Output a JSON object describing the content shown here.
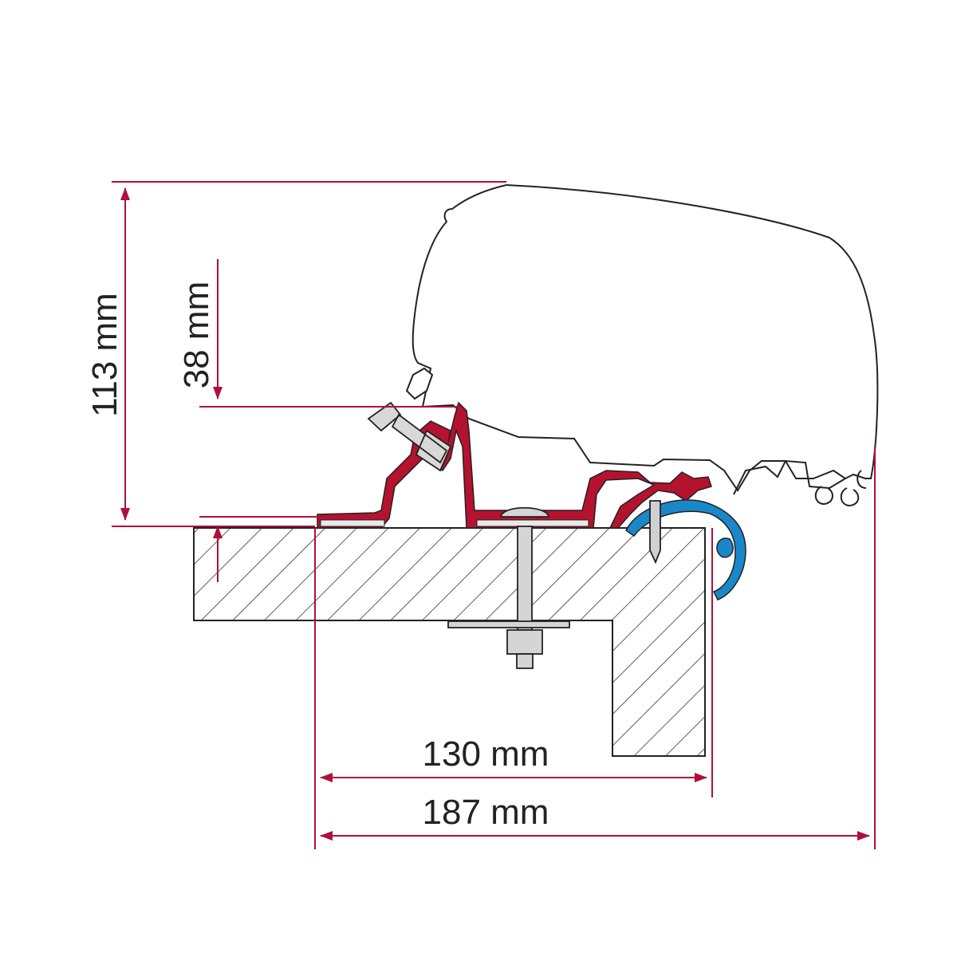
{
  "dimensions": {
    "total_height": "113 mm",
    "adapter_height": "38 mm",
    "roof_width": "130 mm",
    "total_width": "187 mm"
  },
  "colors": {
    "dimension_line": "#b0103a",
    "adapter_profile": "#b5122f",
    "gasket": "#1a87c9",
    "outline": "#222222",
    "bolt": "#c9c9c9"
  }
}
